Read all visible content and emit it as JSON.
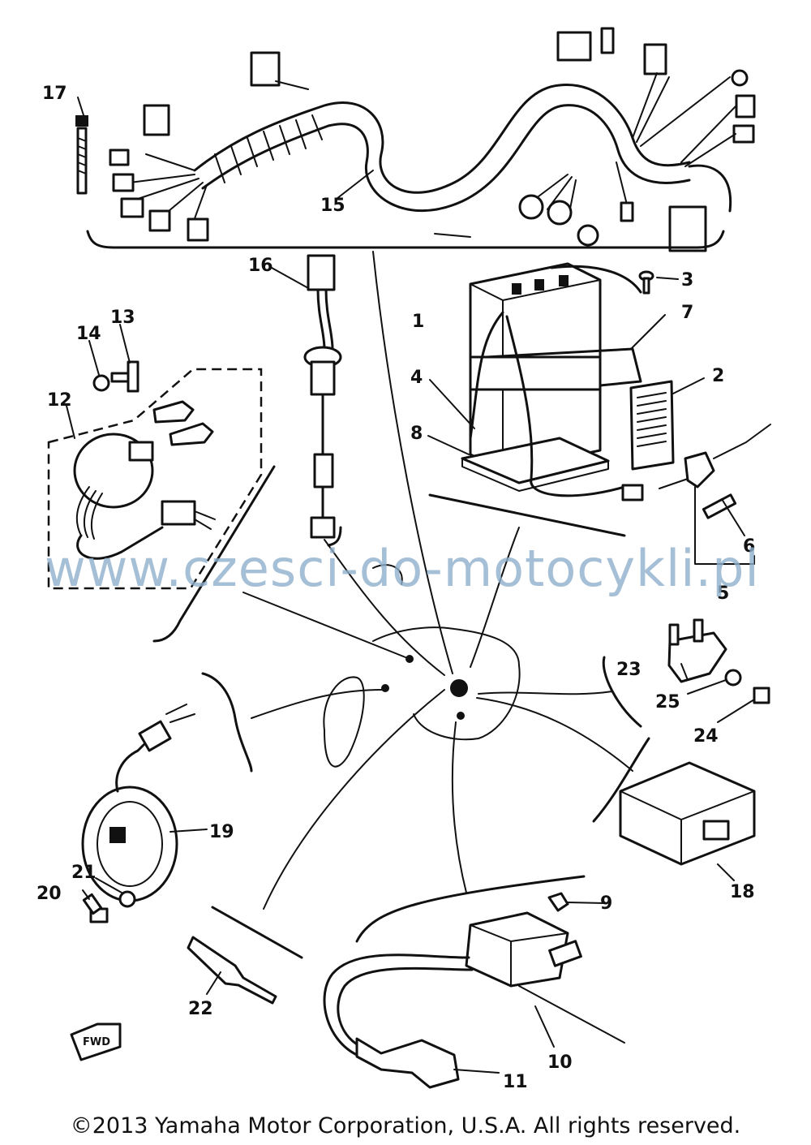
{
  "diagram": {
    "callouts": [
      {
        "id": "1",
        "label": "1"
      },
      {
        "id": "2",
        "label": "2"
      },
      {
        "id": "3",
        "label": "3"
      },
      {
        "id": "4",
        "label": "4"
      },
      {
        "id": "5",
        "label": "5"
      },
      {
        "id": "6",
        "label": "6"
      },
      {
        "id": "7",
        "label": "7"
      },
      {
        "id": "8",
        "label": "8"
      },
      {
        "id": "9",
        "label": "9"
      },
      {
        "id": "10",
        "label": "10"
      },
      {
        "id": "11",
        "label": "11"
      },
      {
        "id": "12",
        "label": "12"
      },
      {
        "id": "13",
        "label": "13"
      },
      {
        "id": "14",
        "label": "14"
      },
      {
        "id": "15",
        "label": "15"
      },
      {
        "id": "16",
        "label": "16"
      },
      {
        "id": "17",
        "label": "17"
      },
      {
        "id": "18",
        "label": "18"
      },
      {
        "id": "19",
        "label": "19"
      },
      {
        "id": "20",
        "label": "20"
      },
      {
        "id": "21",
        "label": "21"
      },
      {
        "id": "22",
        "label": "22"
      },
      {
        "id": "23",
        "label": "23"
      },
      {
        "id": "24",
        "label": "24"
      },
      {
        "id": "25",
        "label": "25"
      }
    ],
    "fwd_label": "FWD",
    "watermark": "www.czesci-do-motocykli.pl",
    "copyright": "©2013 Yamaha Motor Corporation, U.S.A. All rights reserved."
  }
}
